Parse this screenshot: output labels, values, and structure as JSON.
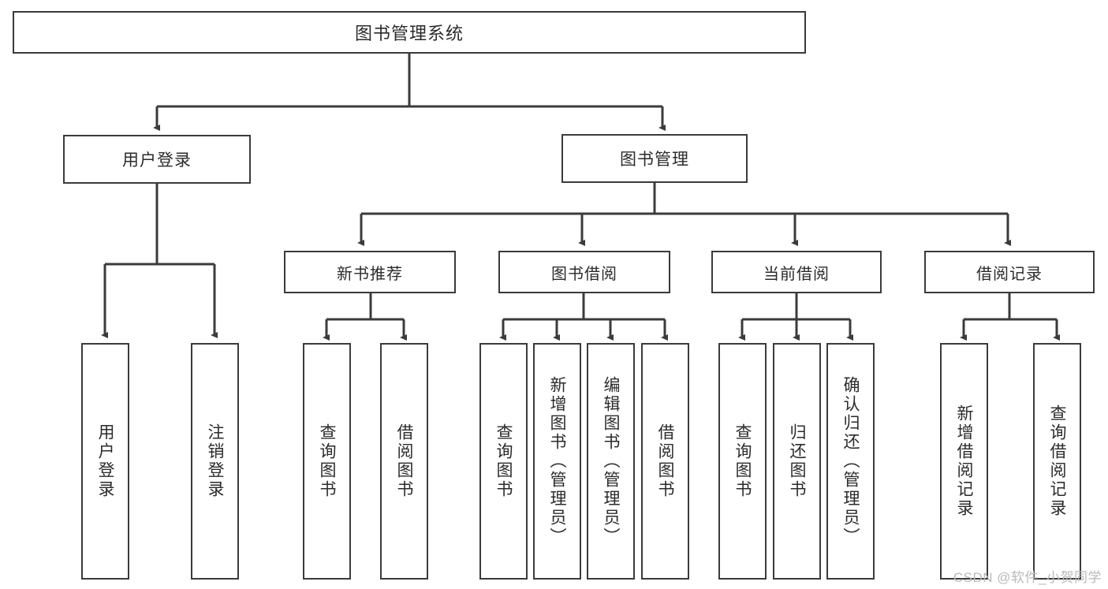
{
  "diagram": {
    "title": "图书管理系统",
    "root": {
      "label": "图书管理系统"
    },
    "level1": [
      {
        "label": "用户登录"
      },
      {
        "label": "图书管理"
      }
    ],
    "level2": [
      {
        "label": "新书推荐"
      },
      {
        "label": "图书借阅"
      },
      {
        "label": "当前借阅"
      },
      {
        "label": "借阅记录"
      }
    ],
    "leaves": {
      "user_login": [
        {
          "label": "用户登录"
        },
        {
          "label": "注销登录"
        }
      ],
      "new_book": [
        {
          "label": "查询图书"
        },
        {
          "label": "借阅图书"
        }
      ],
      "book_borrow": [
        {
          "label": "查询图书"
        },
        {
          "label": "新增图书（管理员）"
        },
        {
          "label": "编辑图书（管理员）"
        },
        {
          "label": "借阅图书"
        }
      ],
      "current_borrow": [
        {
          "label": "查询图书"
        },
        {
          "label": "归还图书"
        },
        {
          "label": "确认归还（管理员）"
        }
      ],
      "borrow_record": [
        {
          "label": "新增借阅记录"
        },
        {
          "label": "查询借阅记录"
        }
      ]
    }
  },
  "watermark": {
    "text": "CSDN @软件_小贺同学"
  },
  "colors": {
    "border": "#3b3b3b",
    "background": "#ffffff",
    "text": "#2b2b2b",
    "watermark": "#b9b9b9"
  }
}
